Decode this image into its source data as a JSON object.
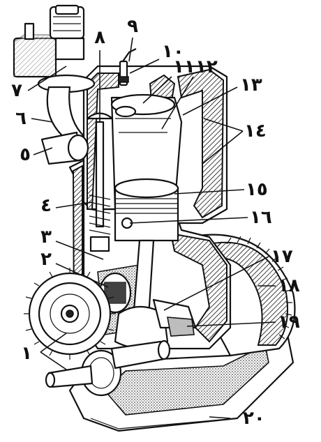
{
  "figure": {
    "labels": [
      {
        "id": "1",
        "text": "١"
      },
      {
        "id": "2",
        "text": "٢"
      },
      {
        "id": "3",
        "text": "٣"
      },
      {
        "id": "4",
        "text": "٤"
      },
      {
        "id": "5",
        "text": "٥"
      },
      {
        "id": "6",
        "text": "٦"
      },
      {
        "id": "7",
        "text": "٧"
      },
      {
        "id": "8",
        "text": "٨"
      },
      {
        "id": "9",
        "text": "٩"
      },
      {
        "id": "10",
        "text": "١٠"
      },
      {
        "id": "11",
        "text": "١١"
      },
      {
        "id": "12",
        "text": "١٢"
      },
      {
        "id": "13",
        "text": "١٣"
      },
      {
        "id": "14",
        "text": "١٤"
      },
      {
        "id": "15",
        "text": "١٥"
      },
      {
        "id": "16",
        "text": "١٦"
      },
      {
        "id": "17",
        "text": "١٧"
      },
      {
        "id": "18",
        "text": "١٨"
      },
      {
        "id": "19",
        "text": "١٩"
      },
      {
        "id": "20",
        "text": "٢٠"
      }
    ]
  }
}
